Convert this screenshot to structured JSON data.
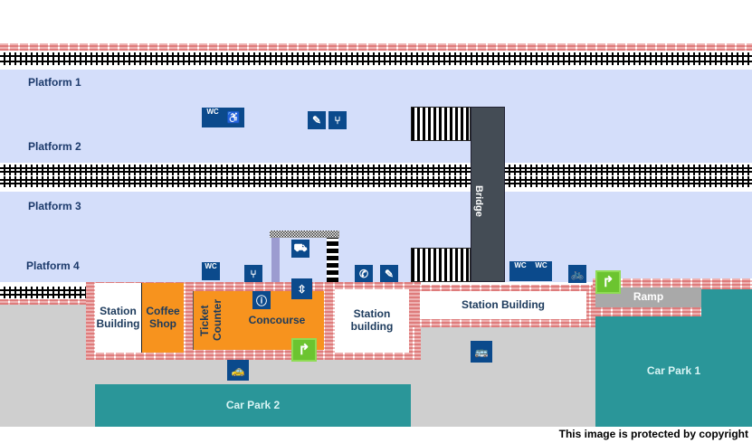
{
  "platforms": [
    "Platform 1",
    "Platform 2",
    "Platform 3",
    "Platform 4"
  ],
  "bridge": "Bridge",
  "buildings": {
    "station_building_left": "Station Building",
    "coffee_shop": "Coffee Shop",
    "ticket_counter": "Ticket Counter",
    "concourse": "Concourse",
    "station_building_mid": "Station building",
    "station_building_right": "Station Building",
    "ramp": "Ramp"
  },
  "car_parks": [
    "Car Park 1",
    "Car Park 2"
  ],
  "copyright": "This image is protected by copyright",
  "icons": {
    "wc": "WC",
    "wc_accessible": "WC"
  },
  "colors": {
    "platform": "#d4defa",
    "icon": "#0b4a8c",
    "orange": "#f7931e",
    "teal": "#2a9699",
    "bridge": "#444c55",
    "exit": "#6cc430"
  }
}
